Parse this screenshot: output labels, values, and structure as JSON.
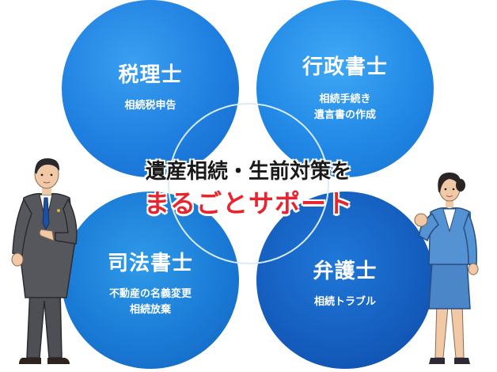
{
  "circles": {
    "zeiri": {
      "title": "税理士",
      "lines": [
        "相続税申告"
      ],
      "color": "#1f7fe0"
    },
    "gyosei": {
      "title": "行政書士",
      "lines": [
        "相続手続き",
        "遺言書の作成"
      ],
      "color": "#2289e6"
    },
    "shiho": {
      "title": "司法書士",
      "lines": [
        "不動産の名義変更",
        "相続放棄"
      ],
      "color": "#1a7bd6"
    },
    "bengo": {
      "title": "弁護士",
      "lines": [
        "相続トラブル"
      ],
      "color": "#155fc0"
    }
  },
  "headline": {
    "line1": "遺産相続・生前対策を",
    "line2": "まるごとサポート",
    "line2_color": "#e8242e"
  },
  "illustrations": {
    "left": "businessman-figure",
    "right": "businesswoman-figure"
  }
}
